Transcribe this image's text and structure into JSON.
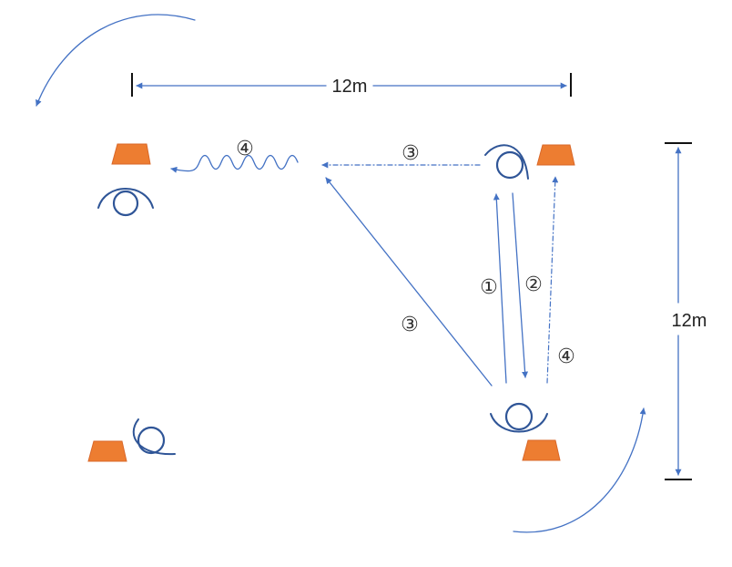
{
  "colors": {
    "line": "#4472c4",
    "cone": "#ed7d31",
    "cone_stroke": "#d9682a",
    "dark": "#111111",
    "player": "#2f5597"
  },
  "labels": {
    "width": "12m",
    "height": "12m"
  },
  "steps": {
    "wave_top": "④",
    "pass_top": "③",
    "run_up": "①",
    "run_down": "②",
    "diag_pass": "③",
    "run_dotted": "④"
  }
}
